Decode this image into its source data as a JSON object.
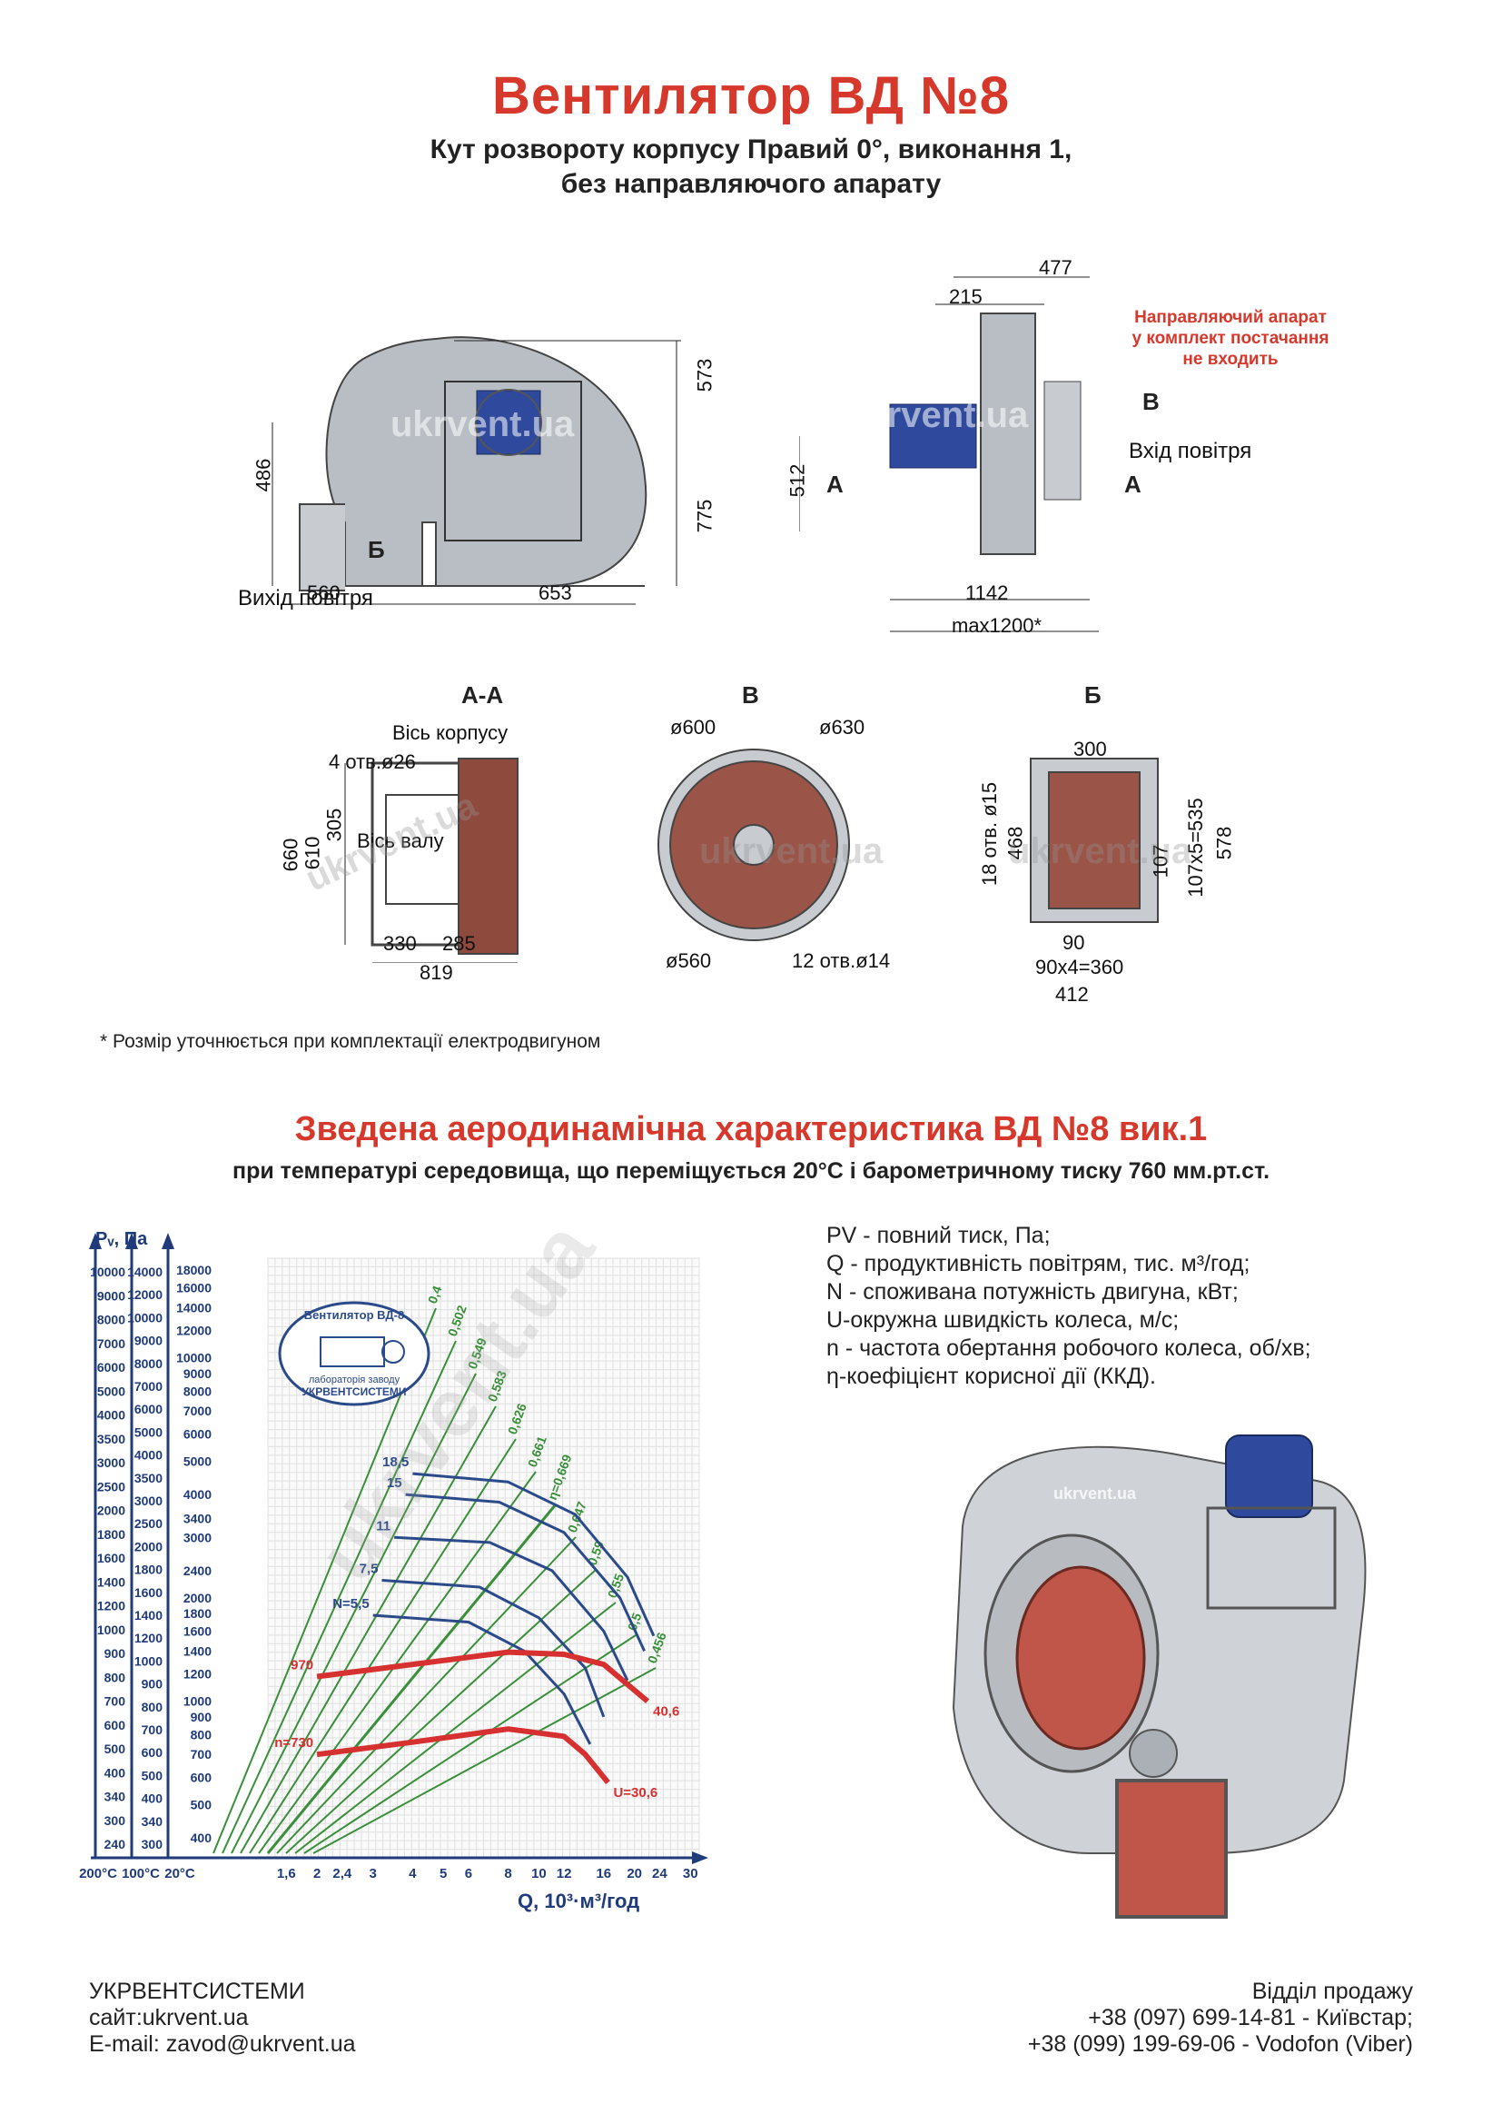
{
  "header": {
    "title": "Вентилятор  ВД №8",
    "subtitle_line1": "Кут розвороту корпусу Правий 0°, виконання 1,",
    "subtitle_line2": "без направляючого апарату"
  },
  "drawings": {
    "front": {
      "dims": [
        "573",
        "775",
        "486",
        "560",
        "653"
      ],
      "section_mark": "Б",
      "outlet_label": "Вихід повітря"
    },
    "side": {
      "dims": [
        "477",
        "215",
        "512",
        "1142",
        "max1200*"
      ],
      "callout_line1": "Направляючий апарат",
      "callout_line2": "у комплект постачання",
      "callout_line3": "не входить",
      "mark_v": "В",
      "mark_a": "А",
      "inlet_label": "Вхід повітря"
    },
    "section_aa": {
      "title": "А-А",
      "housing_axis": "Вісь корпусу",
      "holes": "4 отв.ø26",
      "shaft_axis": "Вісь валу",
      "dims": [
        "660",
        "610",
        "305",
        "330",
        "285",
        "819"
      ]
    },
    "view_v": {
      "title": "В",
      "dims": [
        "ø600",
        "ø630",
        "ø560",
        "12 отв.ø14"
      ]
    },
    "section_b": {
      "title": "Б",
      "dims": [
        "300",
        "18 отв. ø15",
        "468",
        "107",
        "107x5=535",
        "578",
        "90",
        "90x4=360",
        "412"
      ]
    },
    "footnote": "* Розмір уточнюється при комплектації електродвигуном"
  },
  "chart_section": {
    "title": "Зведена аеродинамічна характеристика ВД №8 вик.1",
    "subtitle": "при температурі середовища, що переміщується 20°С і барометричному тиску 760 мм.рт.ст."
  },
  "legend": [
    "PV - повний тиск, Па;",
    "Q - продуктивність повітрям, тис. м³/год;",
    "N - споживана потужність двигуна, кВт;",
    "U-окружна швидкість колеса, м/с;",
    "n - частота обертання робочого колеса, об/хв;",
    "η-коефіцієнт корисної дії (ККД)."
  ],
  "brand": {
    "watermark": "ukrvent.ua",
    "stamp_line1": "Вентилятор ВД-8",
    "stamp_line2": "лабораторія заводу",
    "stamp_line3": "УКРВЕНТСИСТЕМИ"
  },
  "colors": {
    "accent": "#d6382c",
    "power_curves": "#2b4a8a",
    "efficiency_lines": "#3a8f3a",
    "speed_curves": "#d63030",
    "axis": "#1f3b7a"
  },
  "chart_data": {
    "type": "line",
    "title": "Зведена аеродинамічна характеристика ВД №8 вик.1",
    "xlabel": "Q, 10³·м³/год",
    "ylabel": "Pᵥ, Па",
    "x_scale": "log",
    "y_scale": "log",
    "x_ticks": [
      "1,6",
      "2",
      "2,4",
      "3",
      "4",
      "5",
      "6",
      "8",
      "10",
      "12",
      "16",
      "20",
      "24",
      "30"
    ],
    "x_ticks_values": [
      1.6,
      2,
      2.4,
      3,
      4,
      5,
      6,
      8,
      10,
      12,
      16,
      20,
      24,
      30
    ],
    "x_temp_labels": [
      "200°С",
      "100°С",
      "20°С"
    ],
    "y_axis_20C": {
      "labels": [
        "18000",
        "16000",
        "14000",
        "12000",
        "10000",
        "9000",
        "8000",
        "7000",
        "6000",
        "5000",
        "4000",
        "3400",
        "3000",
        "2400",
        "2000",
        "1800",
        "1600",
        "1400",
        "1200",
        "1000",
        "900",
        "800",
        "700",
        "600",
        "500",
        "400"
      ],
      "values": [
        18000,
        16000,
        14000,
        12000,
        10000,
        9000,
        8000,
        7000,
        6000,
        5000,
        4000,
        3400,
        3000,
        2400,
        2000,
        1800,
        1600,
        1400,
        1200,
        1000,
        900,
        800,
        700,
        600,
        500,
        400
      ]
    },
    "y_axis_100C": [
      "14000",
      "12000",
      "10000",
      "9000",
      "8000",
      "7000",
      "6000",
      "5000",
      "4000",
      "3500",
      "3000",
      "2500",
      "2000",
      "1800",
      "1600",
      "1400",
      "1200",
      "1000",
      "900",
      "800",
      "700",
      "600",
      "500",
      "400",
      "340",
      "300"
    ],
    "y_axis_200C": [
      "10000",
      "9000",
      "8000",
      "7000",
      "6000",
      "5000",
      "4000",
      "3500",
      "3000",
      "2500",
      "2000",
      "1800",
      "1600",
      "1400",
      "1200",
      "1000",
      "900",
      "800",
      "700",
      "600",
      "500",
      "400",
      "340",
      "300",
      "240"
    ],
    "speed_curves": [
      {
        "name": "n=730",
        "end_label": "U=30,6",
        "x": [
          2.0,
          4.0,
          8.0,
          12.0,
          14.0,
          16.5
        ],
        "y": [
          700,
          760,
          830,
          790,
          700,
          580
        ]
      },
      {
        "name": "970",
        "end_label": "40,6",
        "x": [
          2.0,
          4.0,
          8.0,
          12.0,
          16.0,
          22.0
        ],
        "y": [
          1180,
          1280,
          1390,
          1370,
          1280,
          1000
        ]
      }
    ],
    "power_curves": [
      {
        "name": "N=5,5",
        "x": [
          3.0,
          6.0,
          9.0,
          12.0,
          14.5
        ],
        "y": [
          1780,
          1700,
          1400,
          1050,
          750
        ]
      },
      {
        "name": "7,5",
        "x": [
          3.2,
          6.5,
          10.0,
          14.0,
          16.0
        ],
        "y": [
          2250,
          2150,
          1750,
          1250,
          900
        ]
      },
      {
        "name": "11",
        "x": [
          3.5,
          7.0,
          11.0,
          16.0,
          19.0
        ],
        "y": [
          3000,
          2900,
          2400,
          1600,
          1150
        ]
      },
      {
        "name": "15",
        "x": [
          3.8,
          7.5,
          12.0,
          18.0,
          21.5
        ],
        "y": [
          4000,
          3800,
          3100,
          2000,
          1400
        ]
      },
      {
        "name": "18,5",
        "x": [
          4.0,
          8.0,
          13.0,
          19.0,
          23.0
        ],
        "y": [
          4600,
          4350,
          3500,
          2300,
          1550
        ]
      }
    ],
    "efficiency_lines": [
      "0,4",
      "0,502",
      "0,549",
      "0,583",
      "0,626",
      "0,661",
      "η=0,669",
      "0,647",
      "0,59",
      "0,55",
      "0,5",
      "0,456"
    ]
  },
  "footer": {
    "company": "УКРВЕНТСИСТЕМИ",
    "site": "сайт:ukrvent.ua",
    "email": "E-mail: zavod@ukrvent.ua",
    "sales_title": "Відділ продажу",
    "phone1": "+38 (097) 699-14-81 - Київстар;",
    "phone2": "+38 (099) 199-69-06 - Vodofon (Viber)"
  }
}
